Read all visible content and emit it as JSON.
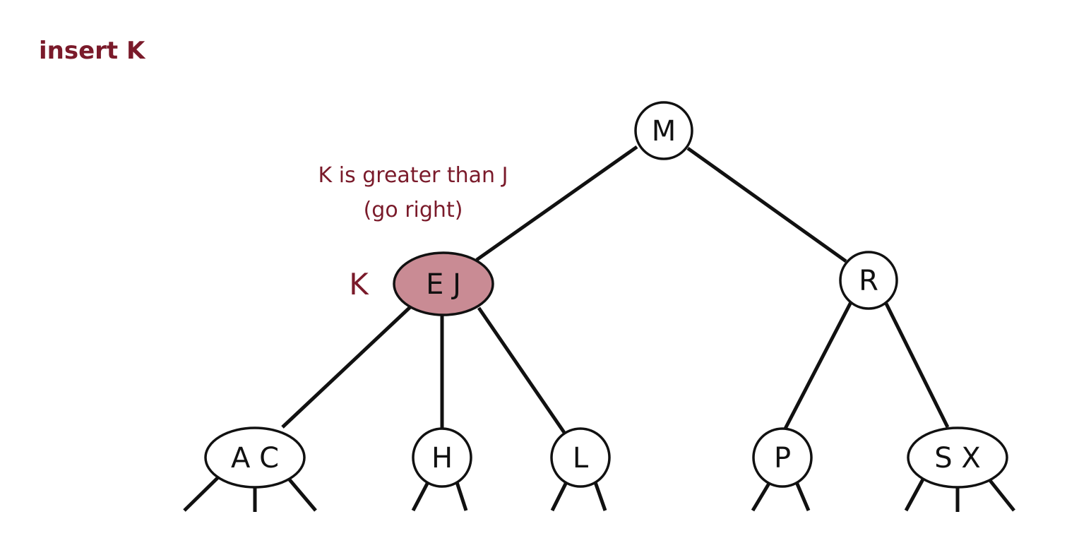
{
  "title": "insert K",
  "annotation": {
    "line1": "K is greater than J",
    "line2": "(go right)"
  },
  "insert_key": "K",
  "highlight_color": "#c98b94",
  "text_accent_color": "#7a1a2a",
  "nodes": {
    "m": "M",
    "ej": "E J",
    "r": "R",
    "ac": "A C",
    "h": "H",
    "l": "L",
    "p": "P",
    "sx": "S X"
  }
}
